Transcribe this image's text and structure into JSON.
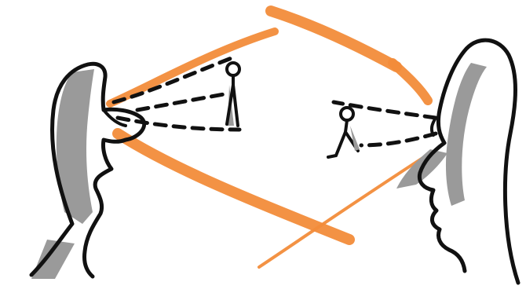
{
  "scene": {
    "background_color": "#ffffff",
    "ink_color": "#111111",
    "accent_color": "#f28c3a",
    "shade_color": "#9a9a9a",
    "elements": {
      "left_head": "head-profile-facing-right",
      "right_head": "head-profile-facing-left",
      "left_figure": "small-person-standing",
      "right_figure": "small-person-walking",
      "sight_lines": "dashed-lines",
      "frame": "orange-brush-strokes"
    }
  }
}
